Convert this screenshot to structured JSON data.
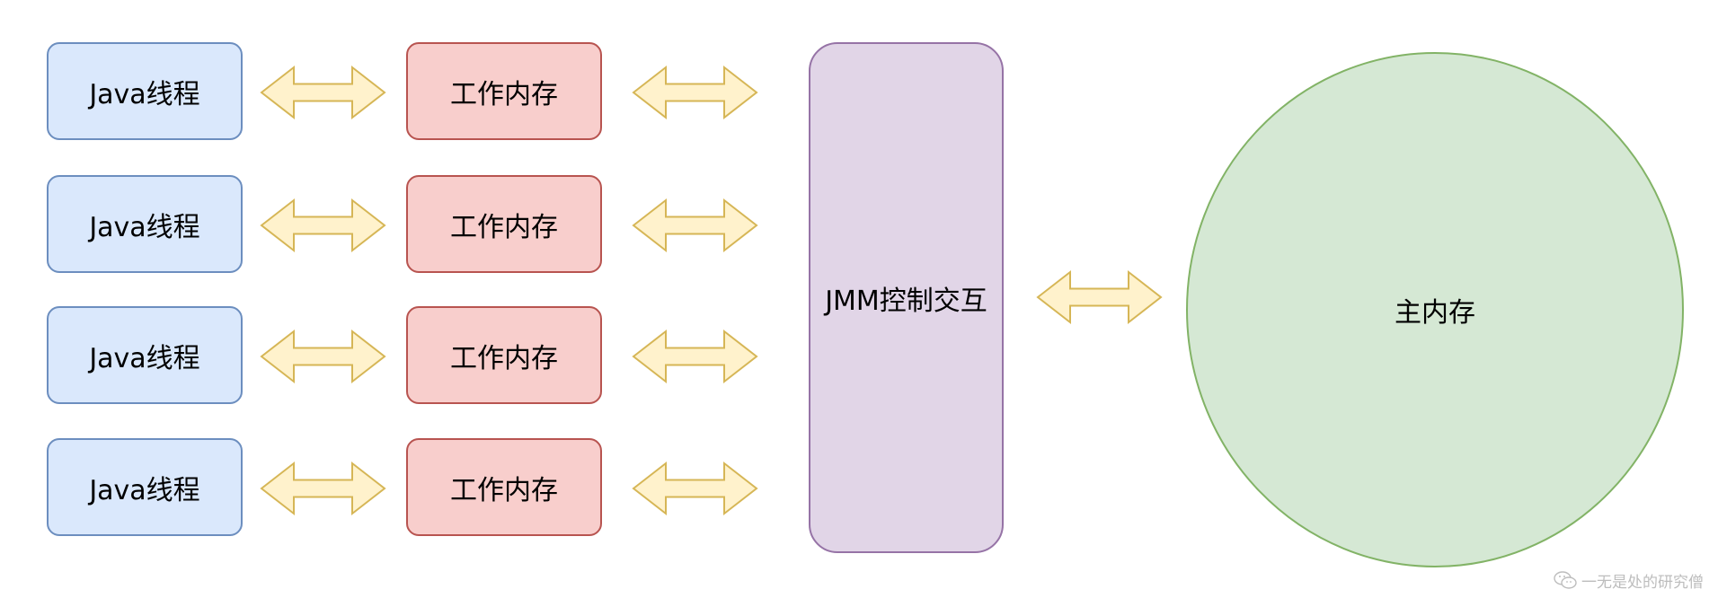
{
  "colors": {
    "thread_fill": "#dae8fc",
    "thread_stroke": "#6c8ebf",
    "work_fill": "#f8cecc",
    "work_stroke": "#b85450",
    "jmm_fill": "#e1d5e7",
    "jmm_stroke": "#9673a6",
    "main_fill": "#d5e8d4",
    "main_stroke": "#82b366",
    "arrow_fill": "#fff2cc",
    "arrow_stroke": "#d6b656",
    "watermark": "#bdbdbd"
  },
  "rows": [
    {
      "thread": "Java线程",
      "work_memory": "工作内存"
    },
    {
      "thread": "Java线程",
      "work_memory": "工作内存"
    },
    {
      "thread": "Java线程",
      "work_memory": "工作内存"
    },
    {
      "thread": "Java线程",
      "work_memory": "工作内存"
    }
  ],
  "jmm": {
    "label": "JMM控制交互"
  },
  "main_memory": {
    "label": "主内存"
  },
  "arrows": {
    "type": "bidirectional",
    "count": 9
  },
  "watermark": {
    "icon": "wechat-icon",
    "text": "一无是处的研究僧"
  }
}
